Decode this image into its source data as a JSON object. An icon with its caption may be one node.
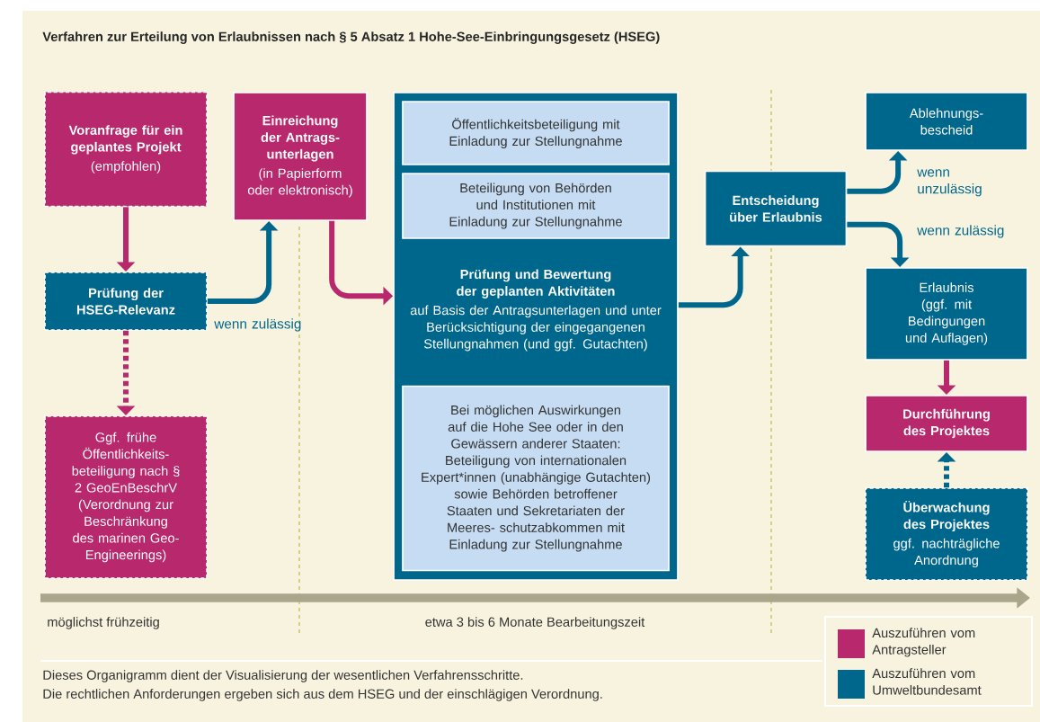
{
  "diagram": {
    "title": "Verfahren zur Erteilung von Erlaubnissen nach § 5 Absatz 1 Hohe-See-Einbringungsgesetz (HSEG)",
    "nodes": [
      {
        "text": [
          "Voranfrage für ein geplantes Projekt",
          "(empfohlen)"
        ]
      },
      {
        "text": [
          "Einreichung der Antrags- unterlagen",
          "(in Papierform oder elektronisch)"
        ]
      },
      {
        "text": [
          "Prüfung der HSEG-Relevanz"
        ]
      },
      {
        "text": [
          "Ggf. frühe Öffentlichkeits- beteiligung nach § 2 GeoEnBeschrV (Verordnung zur Beschränkung des marinen Geo-Engineerings)"
        ]
      },
      {
        "text": [
          "Prüfung und Bewertung der geplanten Aktivitäten",
          "auf Basis der Antragsunterlagen und unter Berücksichtigung der eingegangenen Stellungnahmen (und ggf. Gutachten)"
        ]
      },
      {
        "text": [
          "Öffentlichkeitsbeteiligung mit Einladung zur Stellungnahme"
        ],
        "in": 4
      },
      {
        "text": [
          "Beteiligung von Behörden und Institutionen mit Einladung zur Stellungnahme"
        ],
        "in": 4
      },
      {
        "text": [
          "Bei möglichen Auswirkungen auf die Hohe See oder in den Gewässern anderer Staaten: Beteiligung von internationalen Expert*innen (unabhängige Gutachten) sowie Behörden betroffener Staaten und Sekretariaten der Meeres- schutzabkommen mit Einladung zur Stellungnahme"
        ],
        "in": 4
      },
      {
        "text": [
          "Entscheidung über Erlaubnis"
        ]
      },
      {
        "text": [
          "Ablehnungs- bescheid"
        ]
      },
      {
        "text": [
          "Erlaubnis (ggf. mit Bedingungen und Auflagen)"
        ]
      },
      {
        "text": [
          "Durchführung des Projektes"
        ]
      },
      {
        "text": [
          "Überwachung des Projektes",
          "ggf. nachträgliche Anordnung"
        ]
      }
    ],
    "edges": [
      {
        "from": 0,
        "to": 2,
        "arrow": "to",
        "color": "#b8286c"
      },
      {
        "from": 2,
        "to": 1,
        "arrow": "to",
        "label": "wenn zulässig"
      },
      {
        "from": 2,
        "to": 3,
        "arrow": "to",
        "style": "dashed",
        "color": "#b8286c"
      },
      {
        "from": 1,
        "to": 4,
        "arrow": "to",
        "color": "#b8286c"
      },
      {
        "from": 4,
        "to": 8,
        "arrow": "to"
      },
      {
        "from": 8,
        "to": 9,
        "arrow": "to",
        "label": "wenn unzulässig"
      },
      {
        "from": 8,
        "to": 10,
        "arrow": "to",
        "label": "wenn zulässig"
      },
      {
        "from": 10,
        "to": 11,
        "arrow": "to",
        "color": "#b8286c"
      },
      {
        "from": 12,
        "to": 11,
        "arrow": "to",
        "style": "dashed"
      }
    ],
    "labels": [
      "möglichst frühzeitig",
      "etwa 3 bis 6 Monate Bearbeitungszeit",
      "Dieses Organigramm dient der Visualisierung der wesentlichen Verfahrensschritte.",
      "Die rechtlichen Anforderungen ergeben sich aus dem HSEG und der einschlägigen Verordnung."
    ],
    "legend": [
      {
        "text": "Auszuführen vom Antragsteller",
        "color": "#b8286c"
      },
      {
        "text": "Auszuführen vom Umweltbundesamt",
        "color": "#00678c"
      }
    ]
  }
}
